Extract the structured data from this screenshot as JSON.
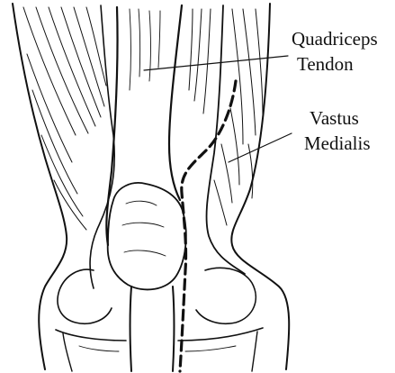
{
  "labels": {
    "quadriceps": {
      "line1": "Quadriceps",
      "line2": "Tendon"
    },
    "vastus": {
      "line1": "Vastus",
      "line2": "Medialis"
    }
  },
  "colors": {
    "ink": "#111111",
    "background": "#ffffff"
  }
}
